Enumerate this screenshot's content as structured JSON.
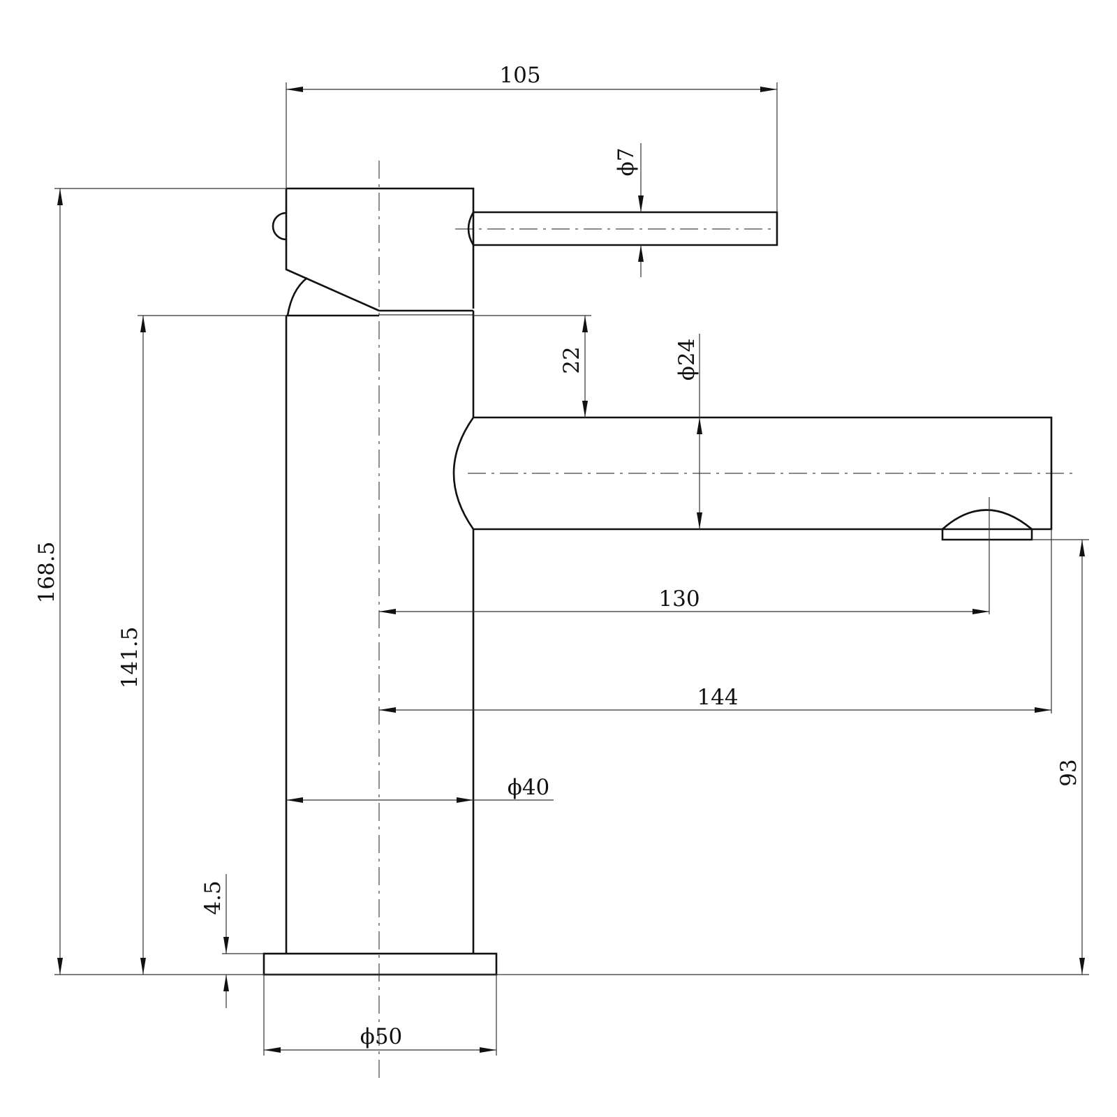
{
  "drawing": {
    "subject": "faucet-side-elevation",
    "line_color": "#111111",
    "background": "#ffffff",
    "dimensions": {
      "handle_length": "105",
      "lever_diameter": "ϕ7",
      "overall_height": "168.5",
      "body_height": "141.5",
      "handle_to_spout": "22",
      "spout_diameter": "ϕ24",
      "spout_outlet_reach": "130",
      "spout_total_reach": "144",
      "body_diameter": "ϕ40",
      "outlet_height": "93",
      "base_thickness": "4.5",
      "base_diameter": "ϕ50"
    }
  }
}
